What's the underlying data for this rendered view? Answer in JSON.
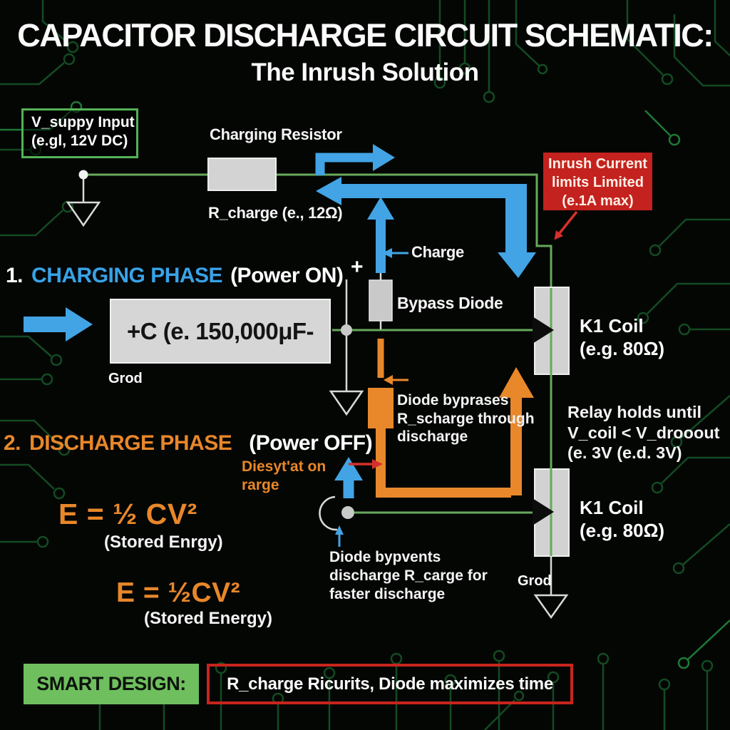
{
  "header": {
    "title": "CAPACITOR DISCHARGE CIRCUIT SCHEMATIC:",
    "subtitle": "The Inrush Solution"
  },
  "supply": {
    "line1": "V_suppy Input",
    "line2": "(e.gl, 12V DC)"
  },
  "charging_resistor": {
    "label": "Charging Resistor",
    "value": "R_charge (e., 12Ω)"
  },
  "inrush": {
    "line1": "Inrush Current",
    "line2": "limits Limited",
    "line3": "(e.1A max)"
  },
  "phase1": {
    "num": "1.",
    "name": "CHARGING PHASE",
    "mode": "(Power ON)"
  },
  "capacitor": {
    "value": "+C (e. 150,000μF-",
    "ground": "Grod",
    "plus": "+"
  },
  "charge_flow": {
    "label": "Charge"
  },
  "bypass_diode": {
    "label": "Bypass Diode"
  },
  "k1_top": {
    "line1": "K1 Coil",
    "line2": "(e.g. 80Ω)"
  },
  "relay_note": {
    "line1": "Relay holds until",
    "line2": "V_coil < V_drooout",
    "line3": "(e. 3V (e.d. 3V)"
  },
  "bypass_note": {
    "line1": "Diode byprases",
    "line2": "R_scharge through",
    "line3": "discharge"
  },
  "phase2": {
    "num": "2.",
    "name": "DISCHARGE PHASE",
    "mode": "(Power OFF)"
  },
  "glitch_note": {
    "line1": "Diesyt'at on",
    "line2": "rarge"
  },
  "formula1": {
    "equation": "E = ½ CV²",
    "caption": "(Stored Enrgy)"
  },
  "formula2": {
    "equation": "E = ½CV²",
    "caption": "(Stored Energy)"
  },
  "discharge_note": {
    "line1": "Diode bypvents",
    "line2": "discharge R_carge for",
    "line3": "faster discharge"
  },
  "k1_bottom": {
    "line1": "K1 Coil",
    "line2": "(e.g. 80Ω)",
    "ground": "Grod"
  },
  "footer": {
    "label": "SMART DESIGN:",
    "note": "R_charge Ricurits, Diode maximizes time"
  },
  "colors": {
    "wire_green": "#66a95b",
    "accent_blue": "#42a4e4",
    "accent_orange": "#e8882b",
    "alert_red": "#c4221e",
    "panel_green": "#6fbf5e"
  }
}
